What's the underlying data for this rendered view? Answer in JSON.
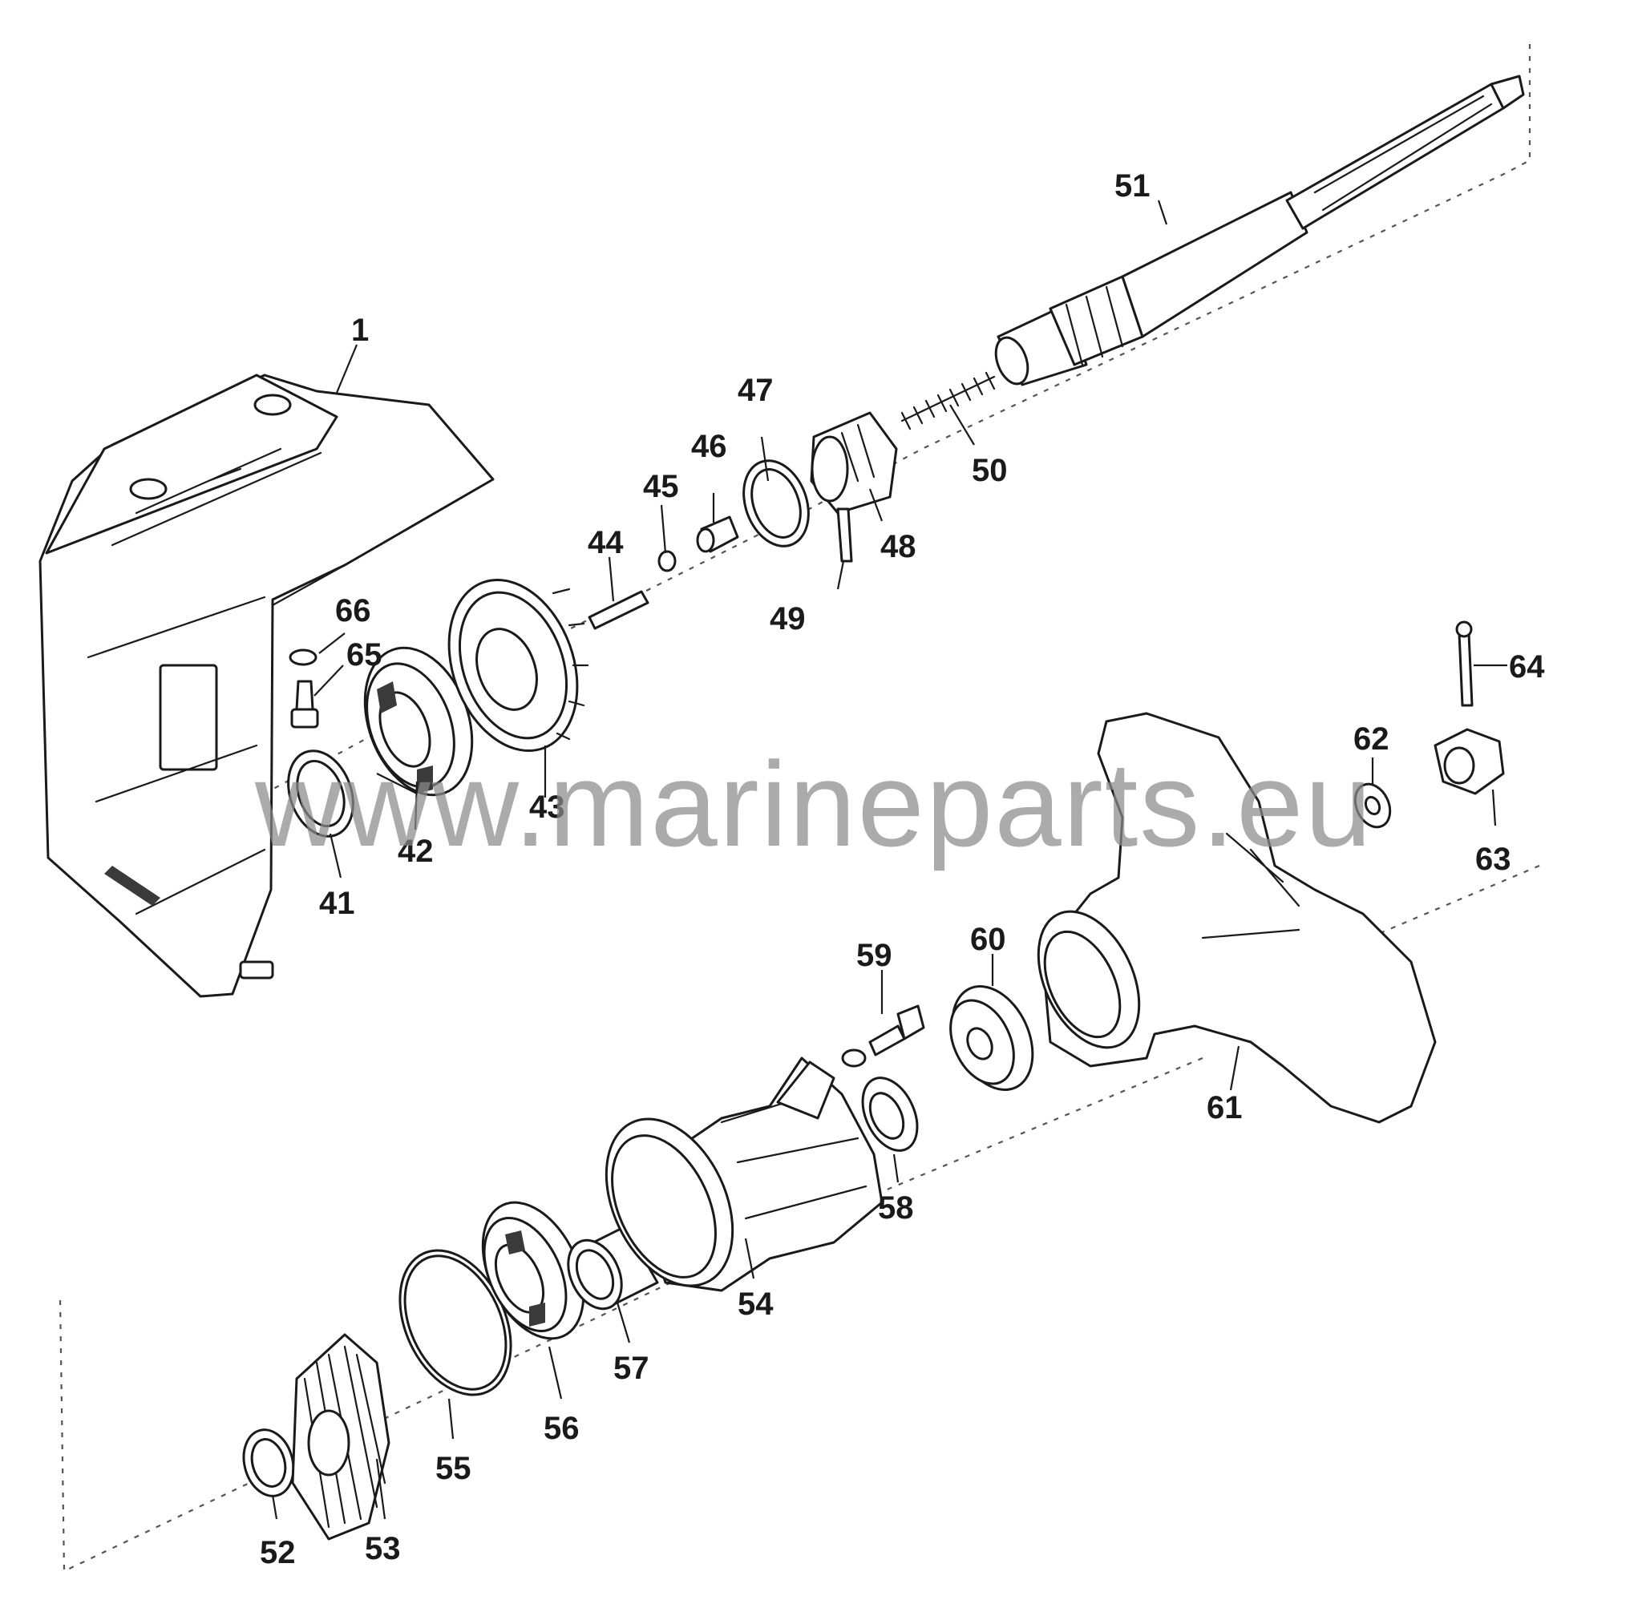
{
  "watermark": "www.marineparts.eu",
  "callouts": {
    "p1": "1",
    "p41": "41",
    "p42": "42",
    "p43": "43",
    "p44": "44",
    "p45": "45",
    "p46": "46",
    "p47": "47",
    "p48": "48",
    "p49": "49",
    "p50": "50",
    "p51": "51",
    "p52": "52",
    "p53": "53",
    "p54": "54",
    "p55": "55",
    "p56": "56",
    "p57": "57",
    "p58": "58",
    "p59": "59",
    "p60": "60",
    "p61": "61",
    "p62": "62",
    "p63": "63",
    "p64": "64",
    "p65": "65",
    "p66": "66"
  },
  "colors": {
    "line": "#1a1a1a",
    "watermark": "#8a8a8a",
    "background": "#ffffff"
  }
}
